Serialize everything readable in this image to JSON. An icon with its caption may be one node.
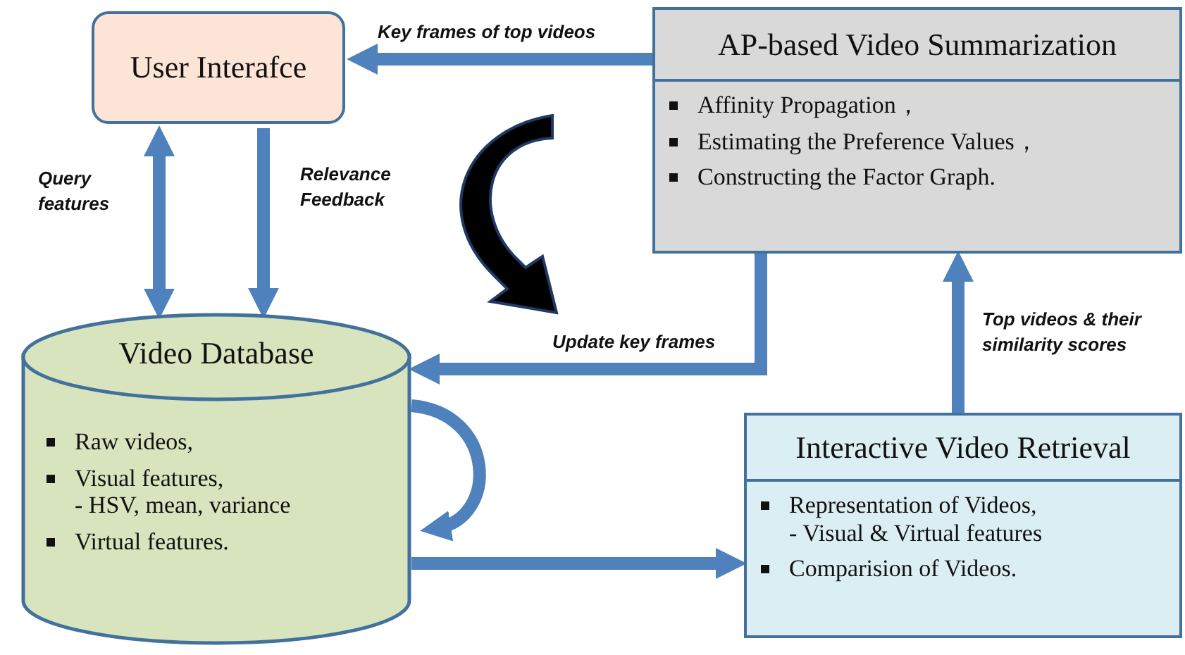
{
  "diagram": {
    "nodes": [
      {
        "text": [
          "User Interafce"
        ]
      },
      {
        "text": [
          "AP-based Video Summarization",
          "Affinity Propagation，",
          "Estimating the Preference Values，",
          "Constructing the Factor Graph."
        ]
      },
      {
        "text": [
          "Video Database",
          "Raw videos,",
          "Visual features, - HSV, mean, variance",
          "Virtual features."
        ]
      },
      {
        "text": [
          "Interactive Video Retrieval",
          "Representation of Videos, - Visual & Virtual features",
          "Comparision of Videos."
        ]
      }
    ],
    "edges": [
      {
        "from": 1,
        "to": 0,
        "arrow": "to",
        "label": "Key frames of top videos"
      },
      {
        "from": 0,
        "to": 2,
        "arrow": "both",
        "label": "Query features"
      },
      {
        "from": 0,
        "to": 2,
        "arrow": "to",
        "label": "Relevance Feedback"
      },
      {
        "from": 1,
        "to": 2,
        "arrow": "to",
        "label": "Update key frames"
      },
      {
        "from": 3,
        "to": 1,
        "arrow": "to",
        "label": "Top videos & their similarity scores"
      },
      {
        "from": 2,
        "to": 3,
        "arrow": "to"
      },
      {
        "from": 2,
        "to": 2,
        "arrow": "to"
      }
    ]
  }
}
